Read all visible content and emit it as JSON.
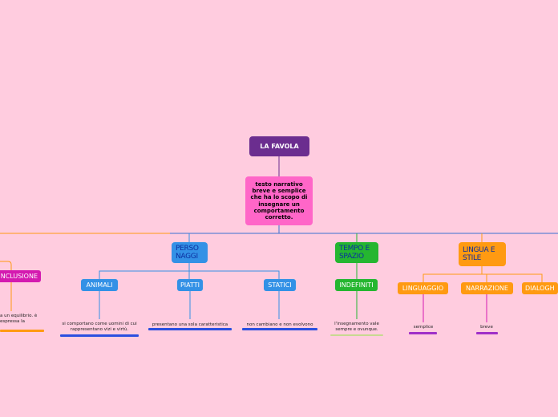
{
  "root": {
    "label": "LA FAVOLA"
  },
  "definition": {
    "text": "testo narrativo breve e semplice che ha lo scopo di insegnare un comportamento corretto."
  },
  "personaggi": {
    "label": "PERSO NAGGI",
    "children": [
      {
        "label": "ANIMALI",
        "note": "si comportano come uomini di cui rappresentano vizi e virtù."
      },
      {
        "label": "PIATTI",
        "note": "presentano una sola caratteristica"
      },
      {
        "label": "STATICI",
        "note": "non cambiano e non evolvono"
      }
    ]
  },
  "tempo_spazio": {
    "label": "TEMPO E SPAZIO",
    "children": [
      {
        "label": "INDEFINITI",
        "note": "l'insegnamento vale sempre e ovunque."
      }
    ]
  },
  "lingua_stile": {
    "label": "LINGUA E STILE",
    "children": [
      {
        "label": "LINGUAGGIO",
        "note": "semplice"
      },
      {
        "label": "NARRAZIONE",
        "note": "breve"
      },
      {
        "label": "DIALOGH",
        "note": ""
      }
    ]
  },
  "conclusione": {
    "label": "NCLUSIONE",
    "note": "a un equilibrio. è espressa la"
  },
  "colors": {
    "background": "#ffccdf",
    "root": "#6b2d8f",
    "definition": "#ff66c8",
    "personaggi": "#3391e6",
    "tempo_spazio": "#25b630",
    "lingua_stile": "#ff9a12",
    "conclusione": "#d41ab0"
  }
}
